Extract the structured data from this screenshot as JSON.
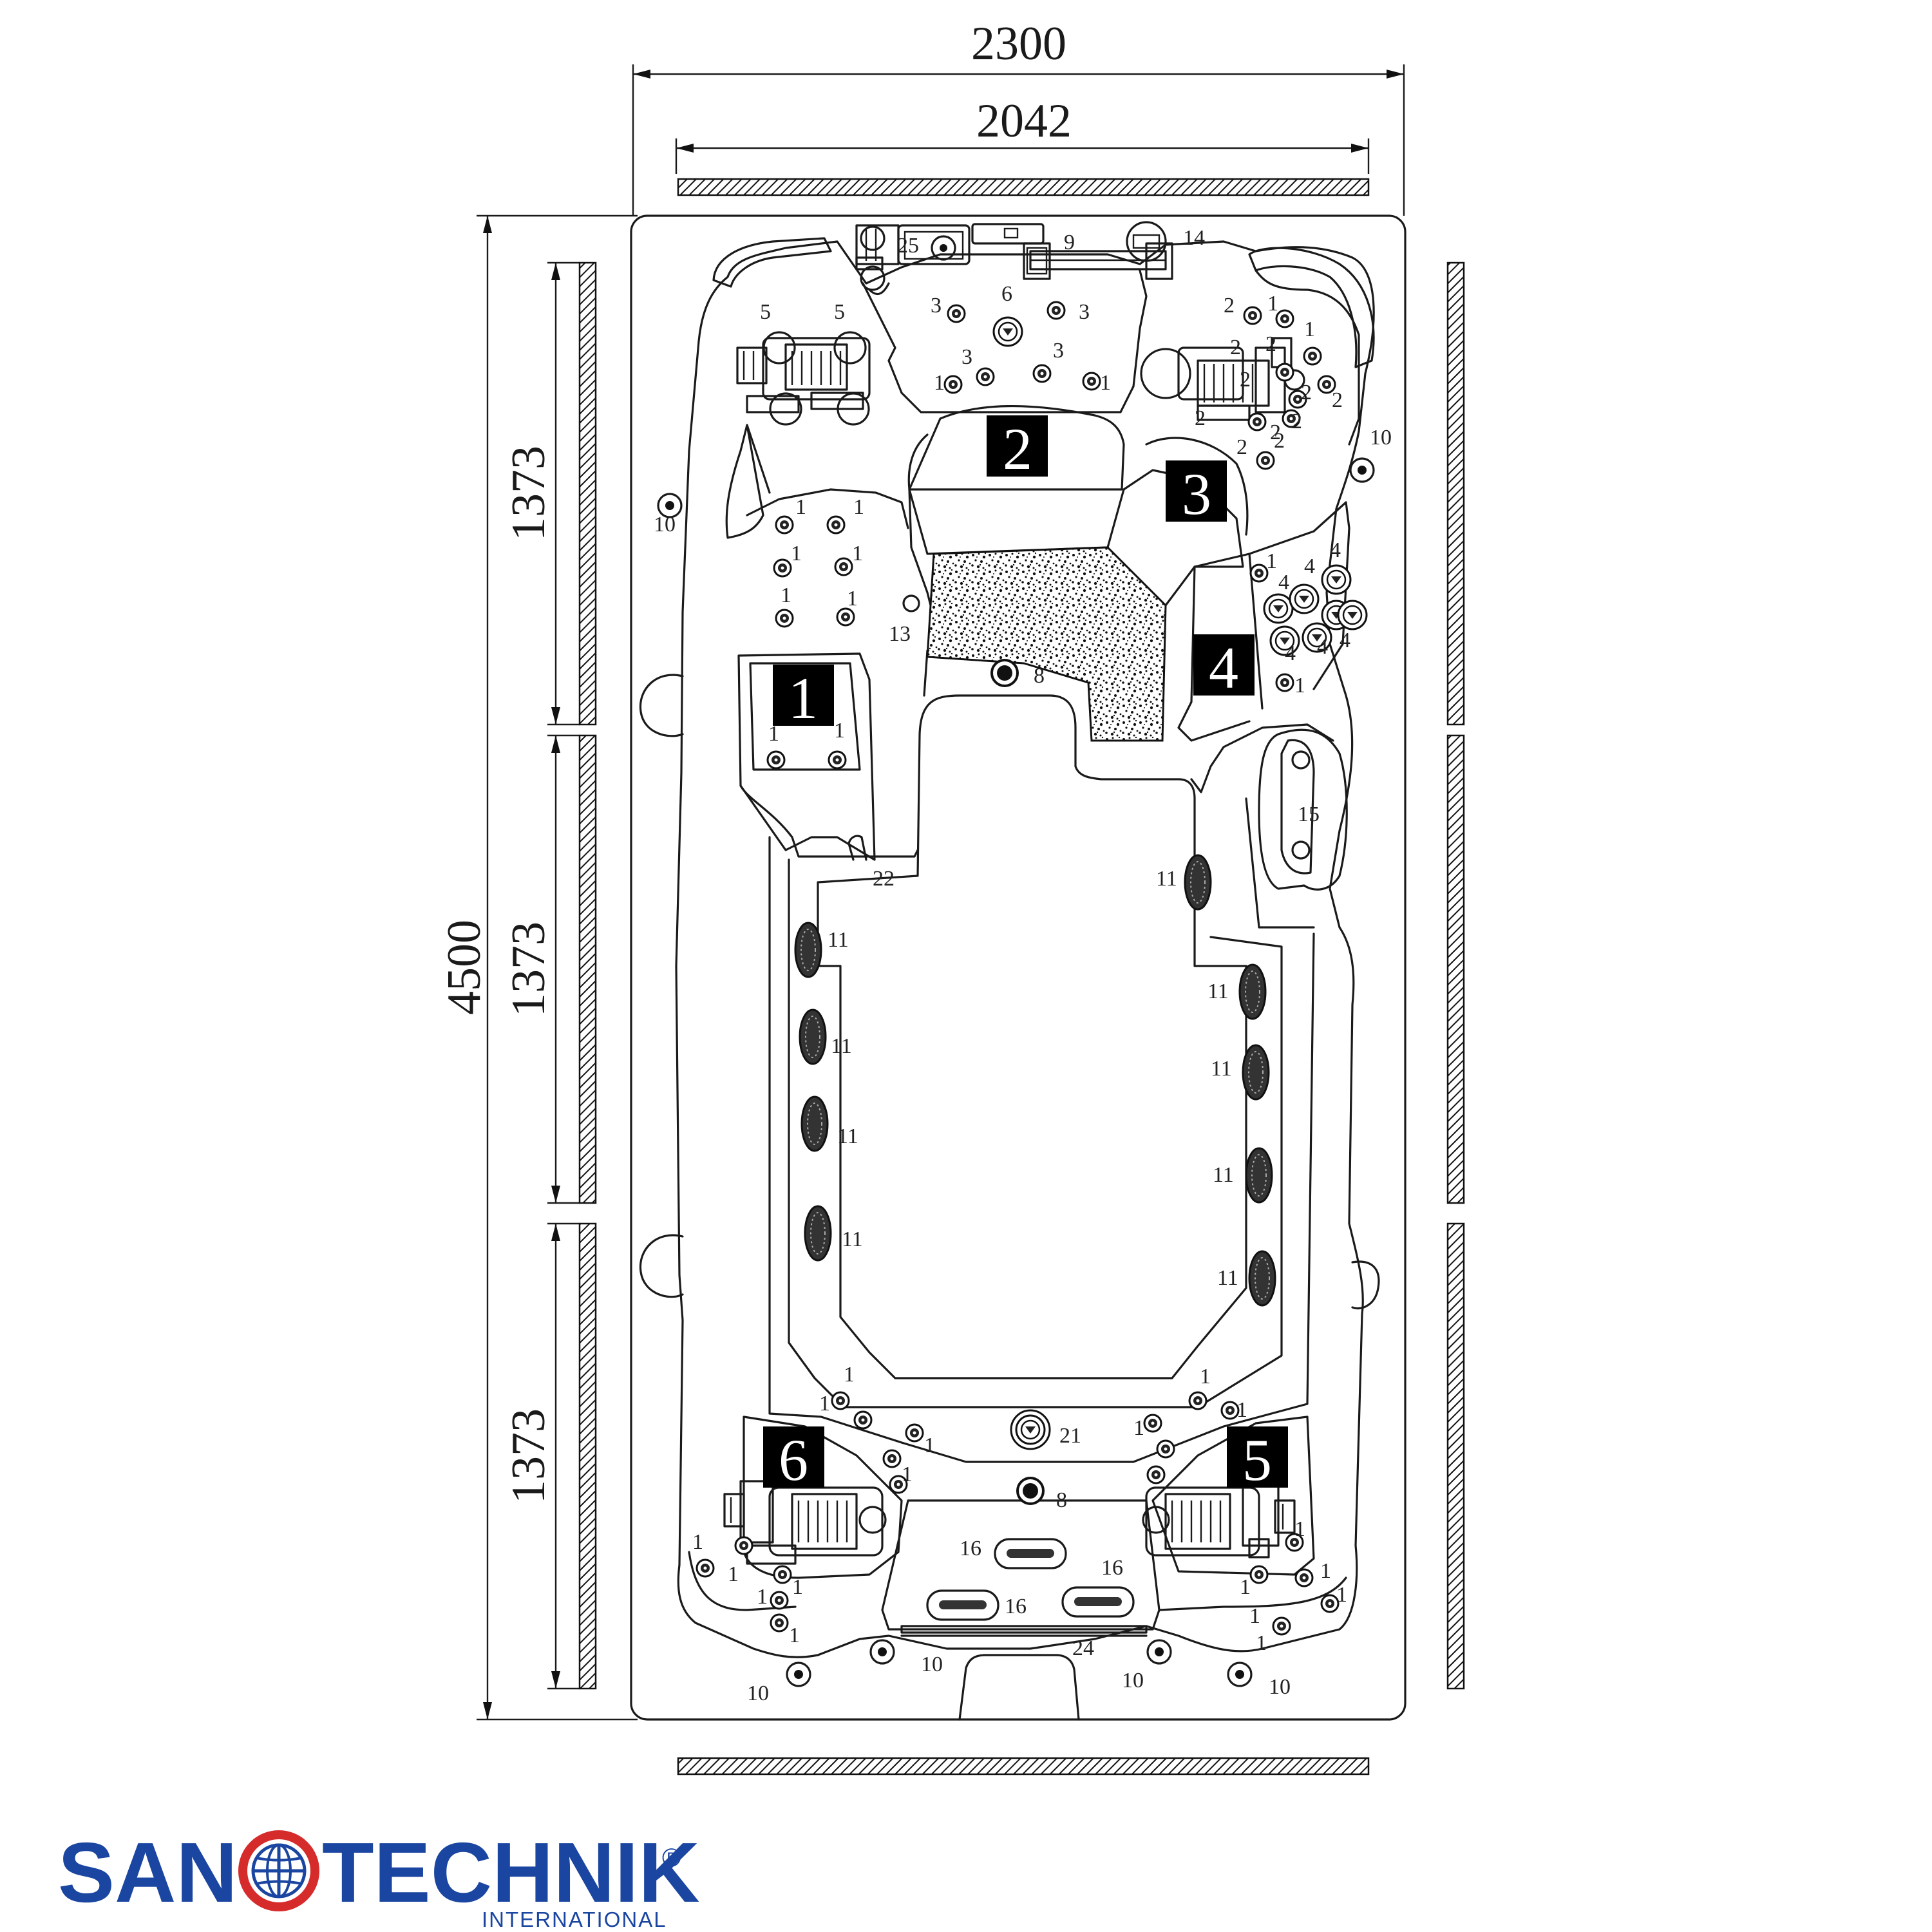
{
  "dimensions": {
    "overall_width": "2300",
    "inner_width": "2042",
    "overall_length": "4500",
    "section_1": "1373",
    "section_2": "1373",
    "section_3": "1373"
  },
  "zones": [
    "1",
    "2",
    "3",
    "4",
    "5",
    "6"
  ],
  "brand": {
    "left": "SAN",
    "right": "TECHNIK",
    "registered": "®",
    "sub": "INTERNATIONAL",
    "color": "#1a45a0",
    "accent": "#d62b2b"
  },
  "labels": {
    "c1": "1",
    "c2": "2",
    "c3": "3",
    "c4": "4",
    "c5": "5",
    "c6": "6",
    "c8": "8",
    "c9": "9",
    "c10": "10",
    "c11": "11",
    "c13": "13",
    "c14": "14",
    "c15": "15",
    "c16": "16",
    "c21": "21",
    "c22": "22",
    "c24": "24",
    "c25": "25"
  }
}
